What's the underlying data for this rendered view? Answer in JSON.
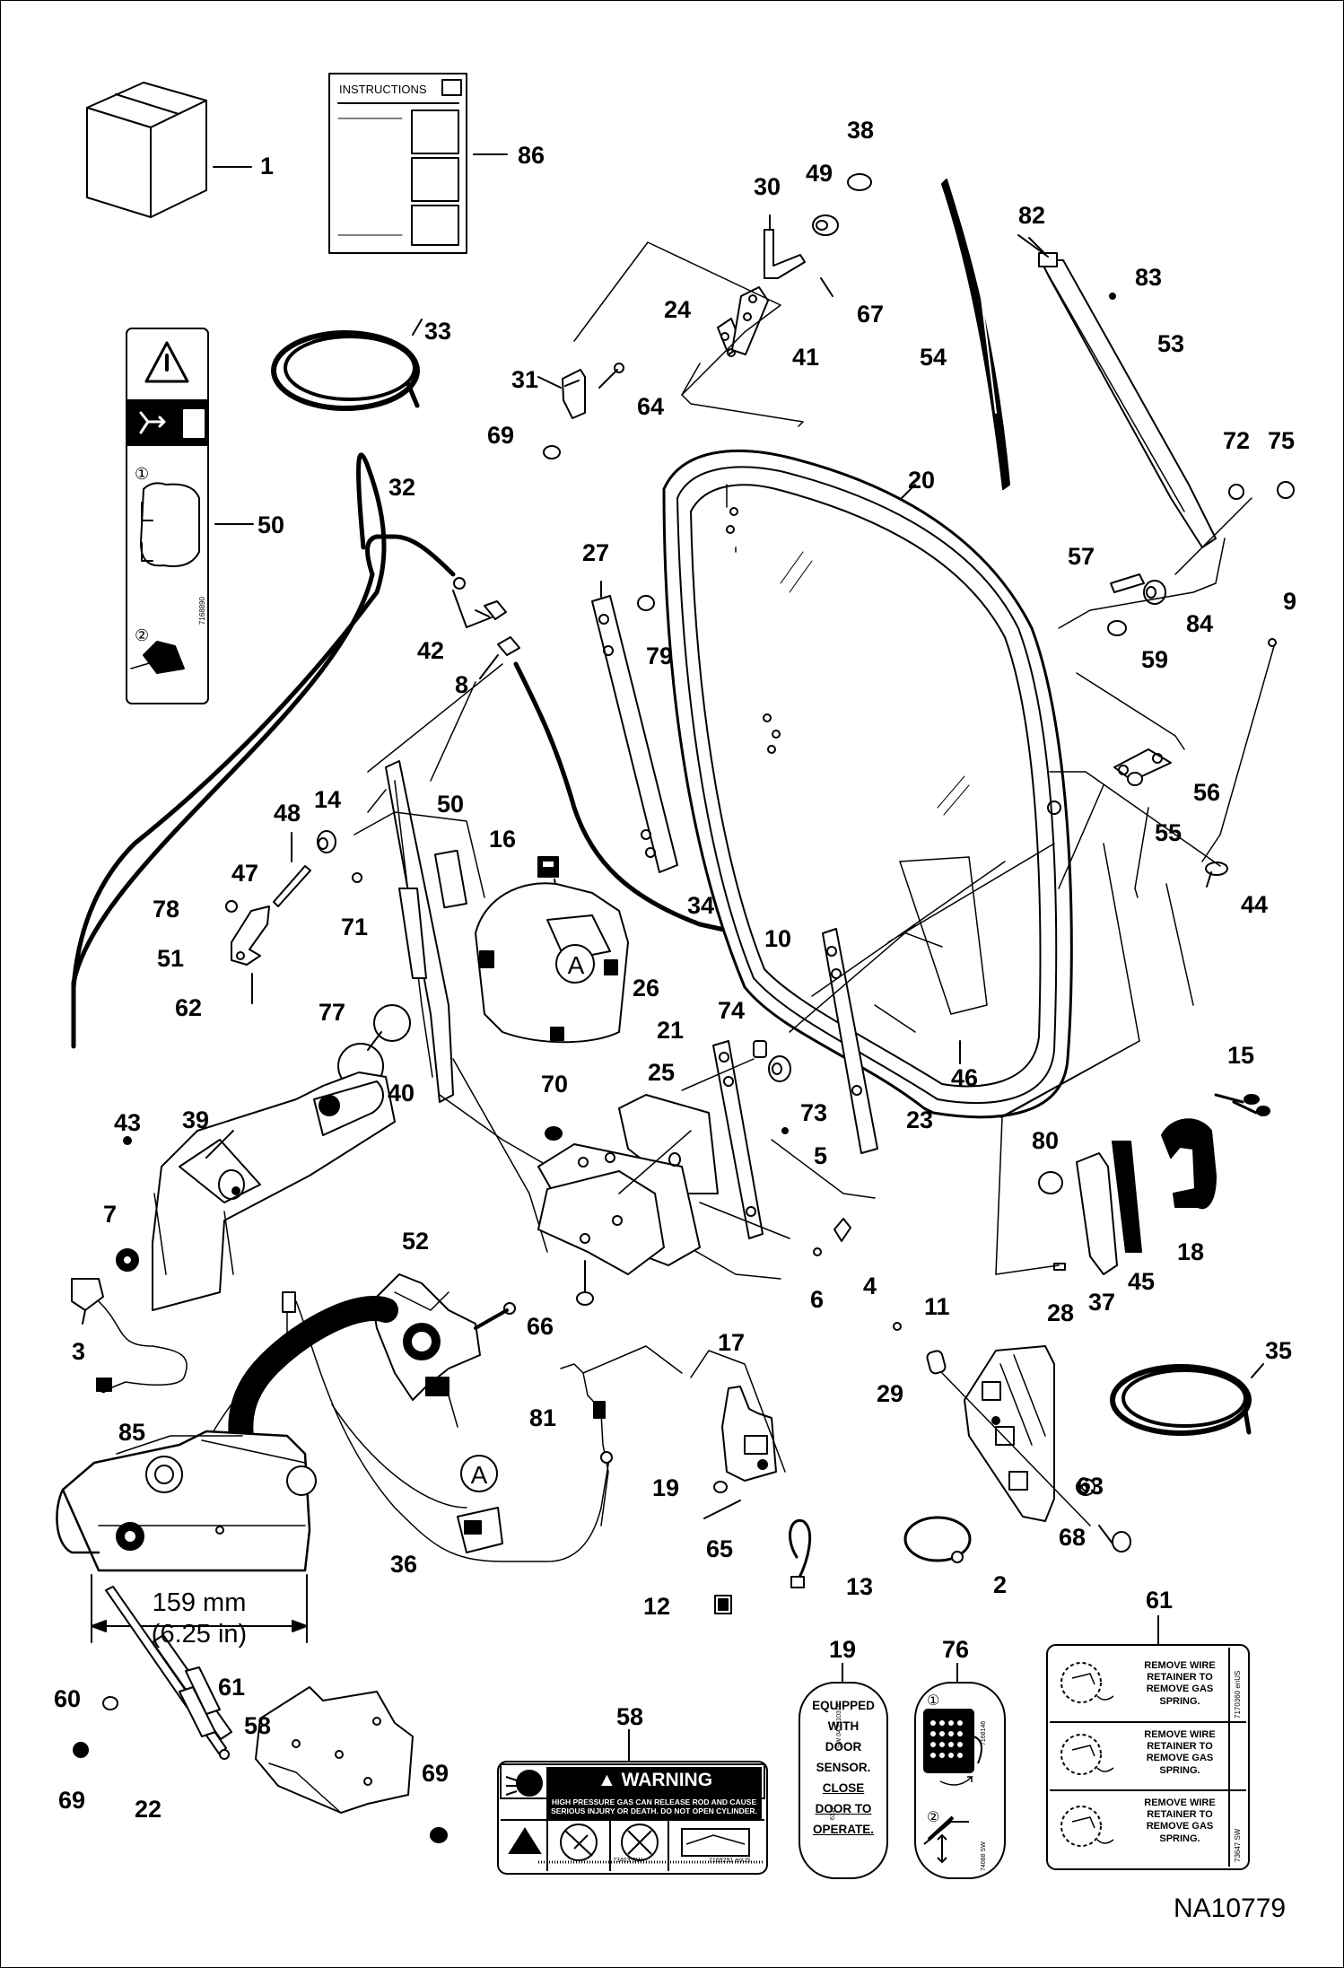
{
  "figure_id": "NA10779",
  "callouts": [
    "1",
    "86",
    "38",
    "49",
    "30",
    "67",
    "24",
    "41",
    "31",
    "64",
    "69",
    "33",
    "50",
    "32",
    "42",
    "8",
    "27",
    "79",
    "20",
    "82",
    "83",
    "54",
    "53",
    "72",
    "75",
    "57",
    "84",
    "9",
    "59",
    "56",
    "55",
    "44",
    "48",
    "14",
    "50",
    "16",
    "47",
    "78",
    "51",
    "71",
    "62",
    "34",
    "10",
    "26",
    "77",
    "40",
    "21",
    "74",
    "25",
    "73",
    "23",
    "5",
    "70",
    "43",
    "39",
    "7",
    "3",
    "85",
    "52",
    "66",
    "4",
    "6",
    "15",
    "80",
    "46",
    "18",
    "37",
    "45",
    "28",
    "11",
    "29",
    "35",
    "17",
    "81",
    "19",
    "65",
    "36",
    "63",
    "68",
    "13",
    "2",
    "12",
    "60",
    "61",
    "58",
    "69",
    "22",
    "69",
    "58",
    "19",
    "76",
    "61"
  ],
  "dimension": {
    "mm": "159 mm",
    "in": "(6.25 in)"
  },
  "instructions_label": "INSTRUCTIONS",
  "decal_58": {
    "header": "WARNING",
    "text": "HIGH PRESSURE GAS CAN RELEASE ROD AND CAUSE SERIOUS INJURY OR DEATH. DO NOT OPEN CYLINDER.",
    "code1": "73403 SW",
    "code2": "7169291 enUS"
  },
  "decal_19": {
    "lines": [
      "EQUIPPED",
      "WITH",
      "DOOR",
      "SENSOR.",
      "CLOSE",
      "DOOR TO",
      "OPERATE."
    ],
    "code": "SW 04 7110316",
    "code2": "6117"
  },
  "decal_76": {
    "code1": "7168146",
    "code2": "74088 SW",
    "n1": "①",
    "n2": "②"
  },
  "decal_61": {
    "text": "REMOVE WIRE RETAINER TO REMOVE GAS SPRING.",
    "code1": "7170360 enUS",
    "code2": "73647 SW"
  },
  "decal_50": {
    "code": "7168890",
    "n1": "①",
    "n2": "②"
  }
}
